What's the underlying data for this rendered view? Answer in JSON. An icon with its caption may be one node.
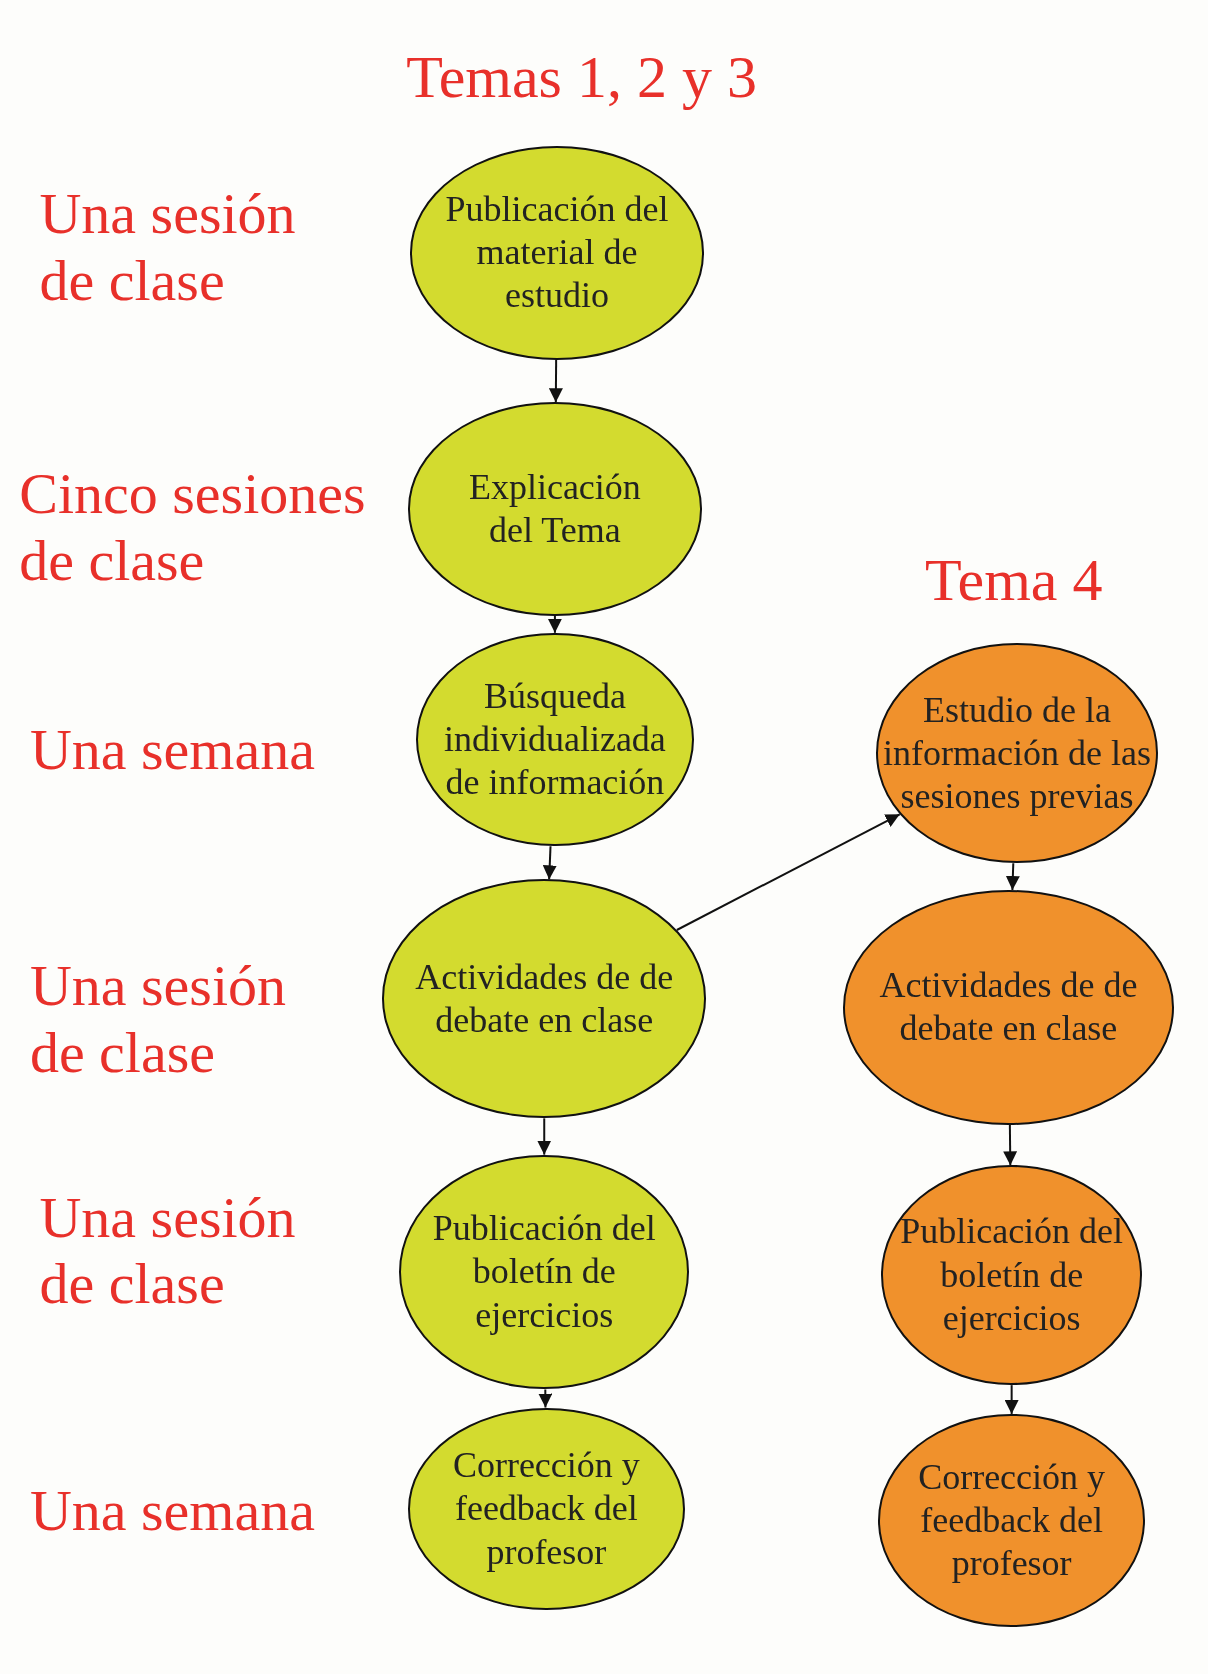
{
  "diagram": {
    "nodes": [
      {
        "text": [
          "Publicación del material de estudio"
        ],
        "beside": [
          "Una sesión de clase"
        ]
      },
      {
        "text": [
          "Explicación del Tema"
        ],
        "beside": [
          "Cinco sesiones de clase"
        ]
      },
      {
        "text": [
          "Búsqueda individualizada de información"
        ],
        "beside": [
          "Una semana"
        ]
      },
      {
        "text": [
          "Actividades de de debate en clase"
        ],
        "beside": [
          "Una sesión de clase"
        ]
      },
      {
        "text": [
          "Publicación del boletín de ejercicios"
        ],
        "beside": [
          "Una sesión de clase"
        ]
      },
      {
        "text": [
          "Corrección y feedback del profesor"
        ],
        "beside": [
          "Una semana"
        ]
      },
      {
        "text": [
          "Estudio de la información de las sesiones previas"
        ]
      },
      {
        "text": [
          "Actividades de de debate en clase"
        ]
      },
      {
        "text": [
          "Publicación del boletín de ejercicios"
        ]
      },
      {
        "text": [
          "Corrección y feedback del profesor"
        ]
      }
    ],
    "edges": [
      {
        "from": 0,
        "to": 1,
        "arrow": "to"
      },
      {
        "from": 1,
        "to": 2,
        "arrow": "to"
      },
      {
        "from": 2,
        "to": 3,
        "arrow": "to"
      },
      {
        "from": 3,
        "to": 4,
        "arrow": "to"
      },
      {
        "from": 4,
        "to": 5,
        "arrow": "to"
      },
      {
        "from": 3,
        "to": 6,
        "arrow": "to"
      },
      {
        "from": 6,
        "to": 7,
        "arrow": "to"
      },
      {
        "from": 7,
        "to": 8,
        "arrow": "to"
      },
      {
        "from": 8,
        "to": 9,
        "arrow": "to"
      }
    ],
    "labels": [
      "Temas 1, 2 y 3",
      "Tema 4"
    ]
  }
}
